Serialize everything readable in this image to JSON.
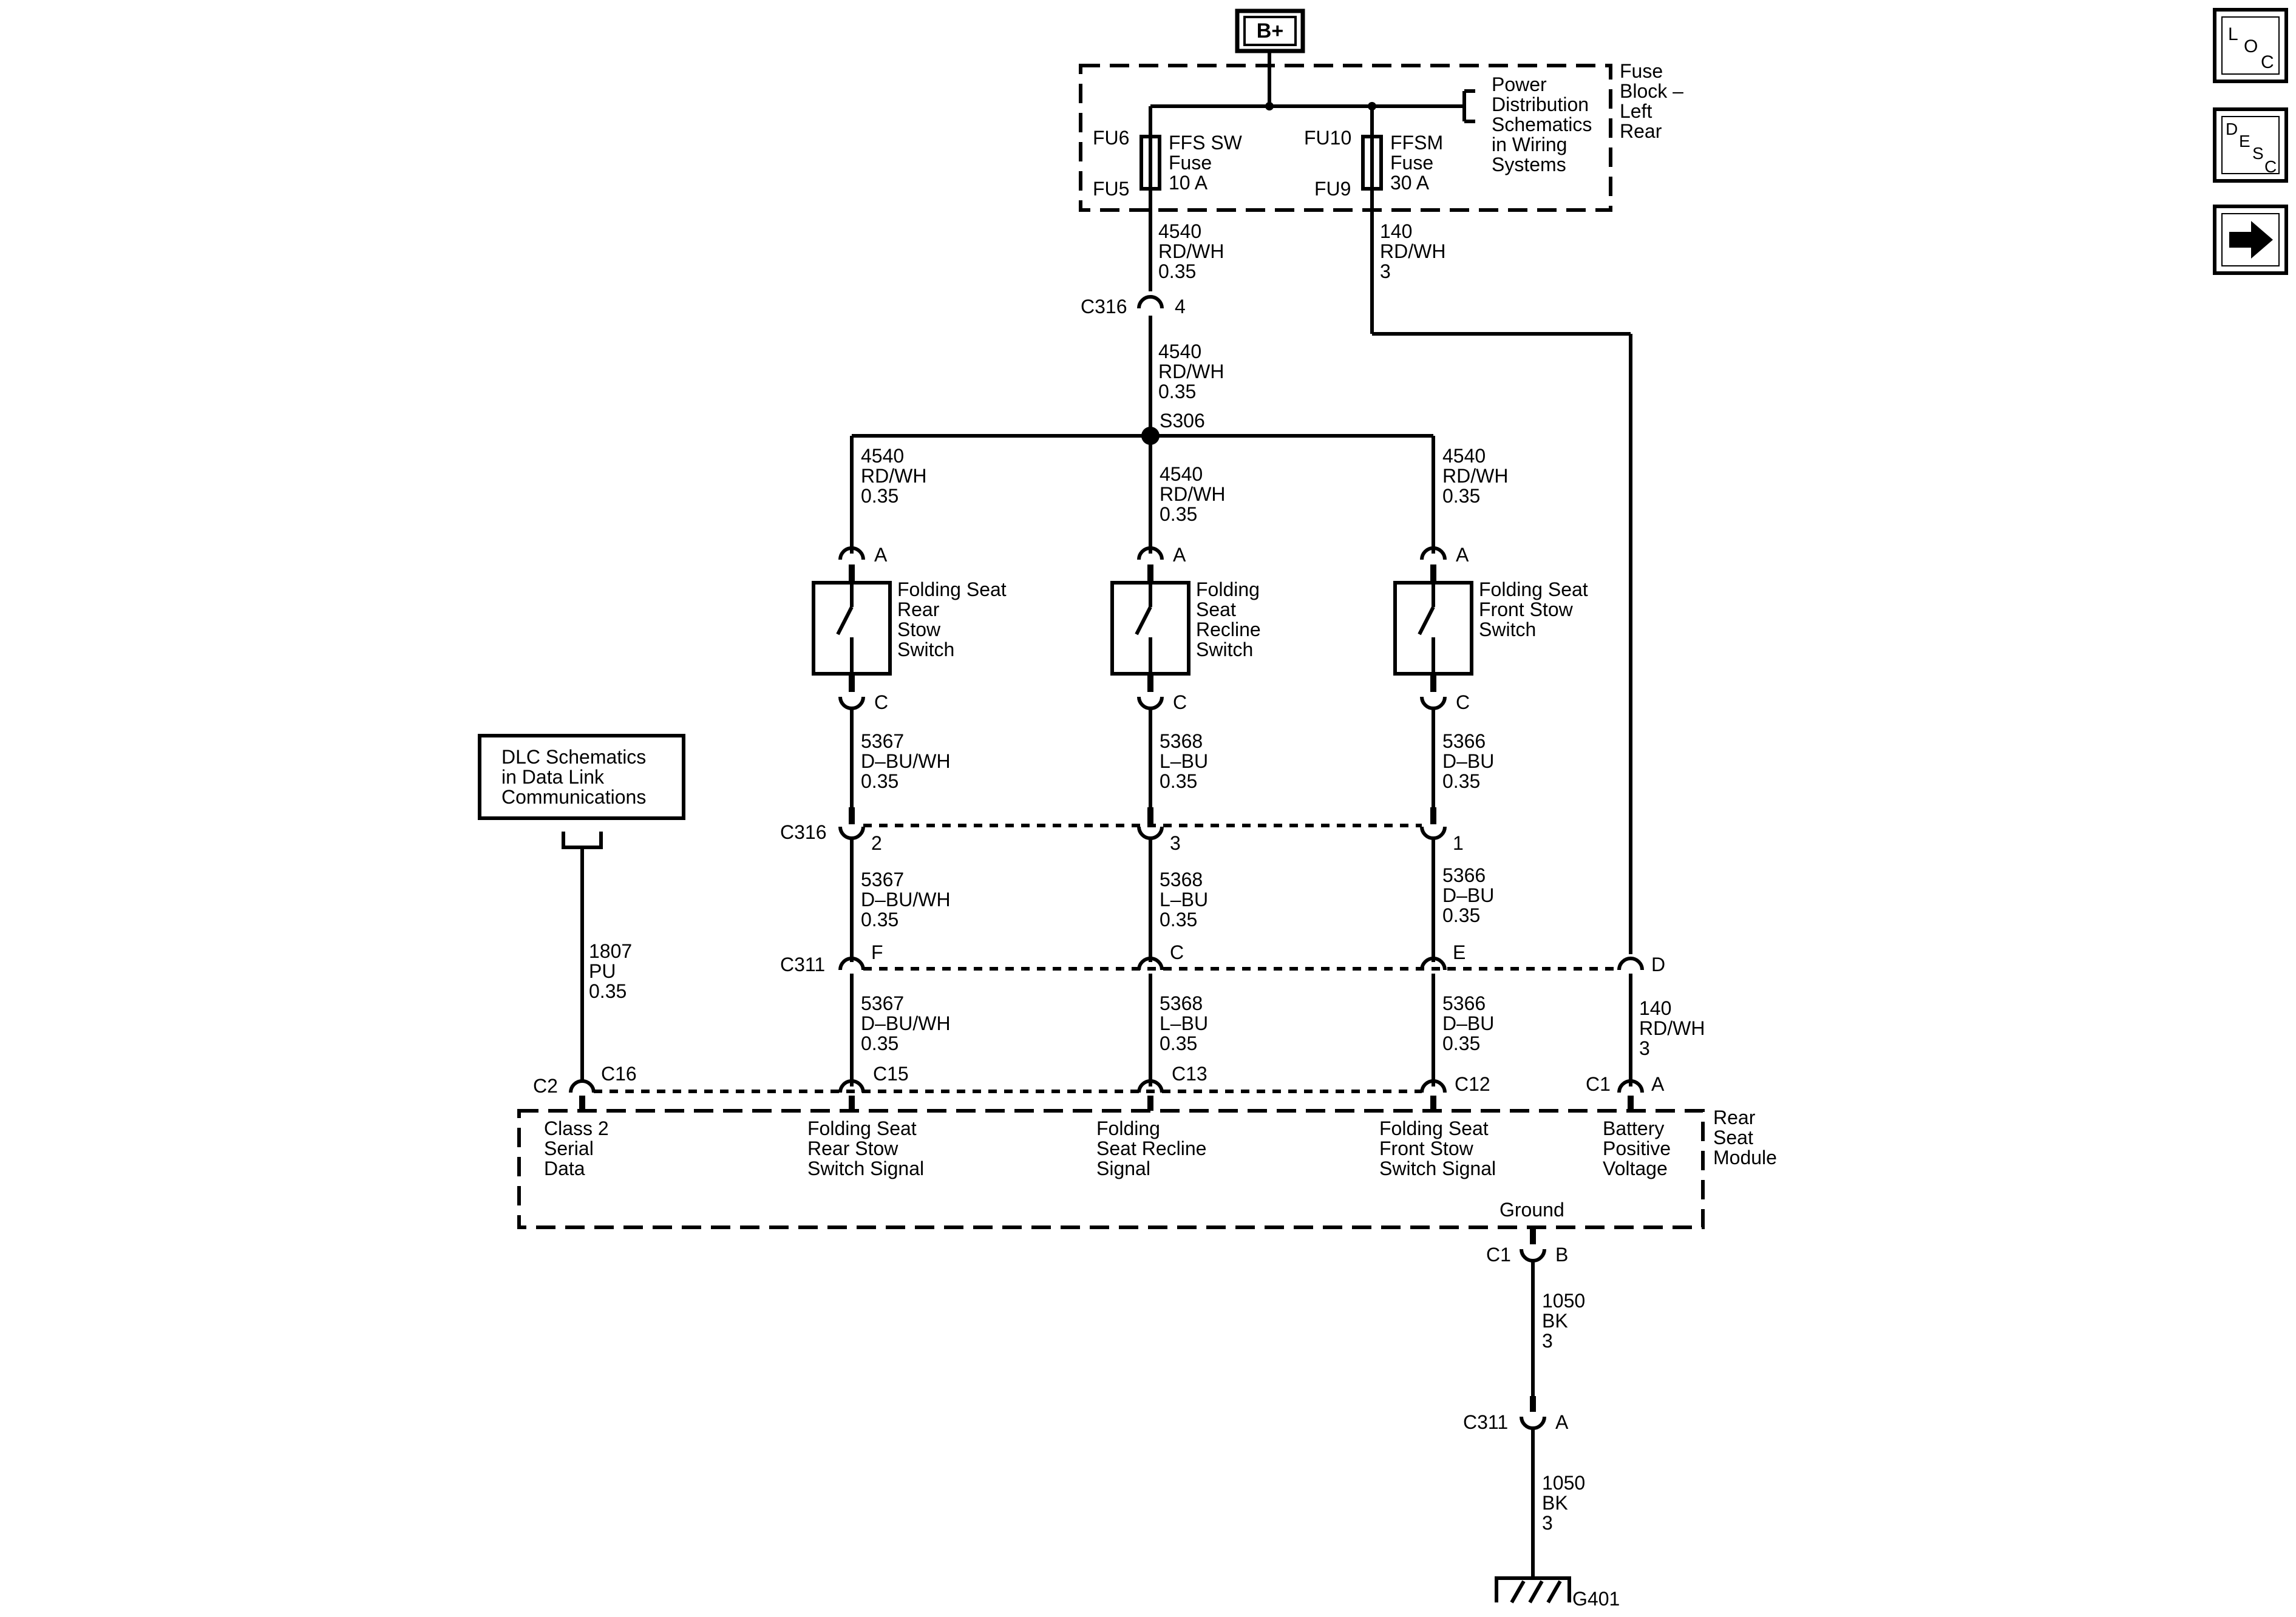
{
  "nav": {
    "loc": [
      "L",
      "O",
      "C"
    ],
    "desc": [
      "D",
      "E",
      "S",
      "C"
    ],
    "next_icon": "arrow-right-icon"
  },
  "power": {
    "source": "B+",
    "fuse_block": [
      "Fuse",
      "Block –",
      "Left",
      "Rear"
    ],
    "power_dist_ref": [
      "Power",
      "Distribution",
      "Schematics",
      "in Wiring",
      "Systems"
    ],
    "fuse1": {
      "top": "FU6",
      "bottom": "FU5",
      "name": [
        "FFS SW",
        "Fuse",
        "10 A"
      ]
    },
    "fuse2": {
      "top": "FU10",
      "bottom": "FU9",
      "name": [
        "FFSM",
        "Fuse",
        "30 A"
      ]
    }
  },
  "wires": {
    "w4540_a": [
      "4540",
      "RD/WH",
      "0.35"
    ],
    "w4540_b": [
      "4540",
      "RD/WH",
      "0.35"
    ],
    "w4540_left": [
      "4540",
      "RD/WH",
      "0.35"
    ],
    "w4540_mid": [
      "4540",
      "RD/WH",
      "0.35"
    ],
    "w4540_right": [
      "4540",
      "RD/WH",
      "0.35"
    ],
    "w140_top": [
      "140",
      "RD/WH",
      "3"
    ],
    "w140_bottom": [
      "140",
      "RD/WH",
      "3"
    ],
    "w5367_1": [
      "5367",
      "D–BU/WH",
      "0.35"
    ],
    "w5367_2": [
      "5367",
      "D–BU/WH",
      "0.35"
    ],
    "w5367_3": [
      "5367",
      "D–BU/WH",
      "0.35"
    ],
    "w5368_1": [
      "5368",
      "L–BU",
      "0.35"
    ],
    "w5368_2": [
      "5368",
      "L–BU",
      "0.35"
    ],
    "w5368_3": [
      "5368",
      "L–BU",
      "0.35"
    ],
    "w5366_1": [
      "5366",
      "D–BU",
      "0.35"
    ],
    "w5366_2": [
      "5366",
      "D–BU",
      "0.35"
    ],
    "w5366_3": [
      "5366",
      "D–BU",
      "0.35"
    ],
    "w1807": [
      "1807",
      "PU",
      "0.35"
    ],
    "w1050_a": [
      "1050",
      "BK",
      "3"
    ],
    "w1050_b": [
      "1050",
      "BK",
      "3"
    ]
  },
  "connectors": {
    "c316_top": {
      "name": "C316",
      "pin": "4"
    },
    "s306": "S306",
    "sw_left_a": "A",
    "sw_mid_a": "A",
    "sw_right_a": "A",
    "sw_left_c": "C",
    "sw_mid_c": "C",
    "sw_right_c": "C",
    "c316_row": {
      "name": "C316",
      "pins": [
        "2",
        "3",
        "1"
      ]
    },
    "c311_row": {
      "name": "C311",
      "pins": [
        "F",
        "C",
        "E",
        "D"
      ]
    },
    "module_row": {
      "c2": "C2",
      "c1": "C1",
      "pins": [
        "C16",
        "C15",
        "C13",
        "C12",
        "A"
      ]
    },
    "ground_c1": {
      "name": "C1",
      "pin": "B"
    },
    "ground_c311": {
      "name": "C311",
      "pin": "A"
    },
    "ground": "G401"
  },
  "switches": {
    "left": [
      "Folding Seat",
      "Rear",
      "Stow",
      "Switch"
    ],
    "mid": [
      "Folding",
      "Seat",
      "Recline",
      "Switch"
    ],
    "right": [
      "Folding Seat",
      "Front Stow",
      "Switch"
    ]
  },
  "dlc_ref": [
    "DLC Schematics",
    "in Data Link",
    "Communications"
  ],
  "module": {
    "name": [
      "Rear",
      "Seat",
      "Module"
    ],
    "pins": {
      "class2": [
        "Class 2",
        "Serial",
        "Data"
      ],
      "rear_stow": [
        "Folding Seat",
        "Rear Stow",
        "Switch Signal"
      ],
      "recline": [
        "Folding",
        "Seat Recline",
        "Signal"
      ],
      "front_stow": [
        "Folding Seat",
        "Front Stow",
        "Switch Signal"
      ],
      "battery": [
        "Battery",
        "Positive",
        "Voltage"
      ]
    },
    "ground_label": "Ground"
  }
}
